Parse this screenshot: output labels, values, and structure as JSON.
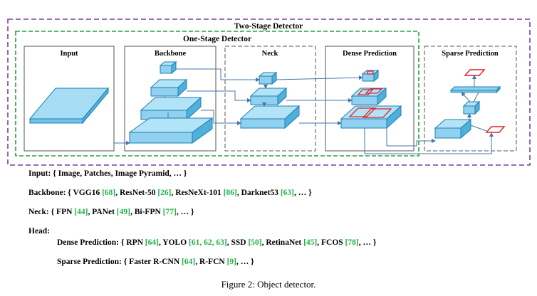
{
  "diagram": {
    "outer_title": "Two-Stage Detector",
    "inner_title": "One-Stage Detector",
    "stages": {
      "input": "Input",
      "backbone": "Backbone",
      "neck": "Neck",
      "dense": "Dense Prediction",
      "sparse": "Sparse Prediction"
    },
    "colors": {
      "two_stage_border": "#7a3fa0",
      "one_stage_border": "#22a33a",
      "box_fill": "#9fd9f2",
      "box_stroke": "#1f7fb0",
      "pred_box": "#e0242c",
      "arrow": "#4a74a8"
    }
  },
  "legend": {
    "input": {
      "label": "Input:",
      "text": "{ Image, Patches, Image Pyramid, … }"
    },
    "backbone": {
      "label": "Backbone:",
      "items": [
        {
          "name": "VGG16",
          "cite": "[68]"
        },
        {
          "name": "ResNet-50",
          "cite": "[26]"
        },
        {
          "name": "ResNeXt-101",
          "cite": "[86]"
        },
        {
          "name": "Darknet53",
          "cite": "[63]"
        }
      ]
    },
    "neck": {
      "label": "Neck:",
      "items": [
        {
          "name": "FPN",
          "cite": "[44]"
        },
        {
          "name": "PANet",
          "cite": "[49]"
        },
        {
          "name": "Bi-FPN",
          "cite": "[77]"
        }
      ]
    },
    "head": {
      "label": "Head:"
    },
    "dense": {
      "label": "Dense Prediction:",
      "items": [
        {
          "name": "RPN",
          "cite": "[64]"
        },
        {
          "name": "YOLO",
          "cite": "[61, 62, 63]"
        },
        {
          "name": "SSD",
          "cite": "[50]"
        },
        {
          "name": "RetinaNet",
          "cite": "[45]"
        },
        {
          "name": "FCOS",
          "cite": "[78]"
        }
      ]
    },
    "sparse": {
      "label": "Sparse Prediction:",
      "items": [
        {
          "name": "Faster R-CNN",
          "cite": "[64]"
        },
        {
          "name": "R-FCN",
          "cite": "[9]"
        }
      ]
    }
  },
  "caption": "Figure 2: Object detector."
}
